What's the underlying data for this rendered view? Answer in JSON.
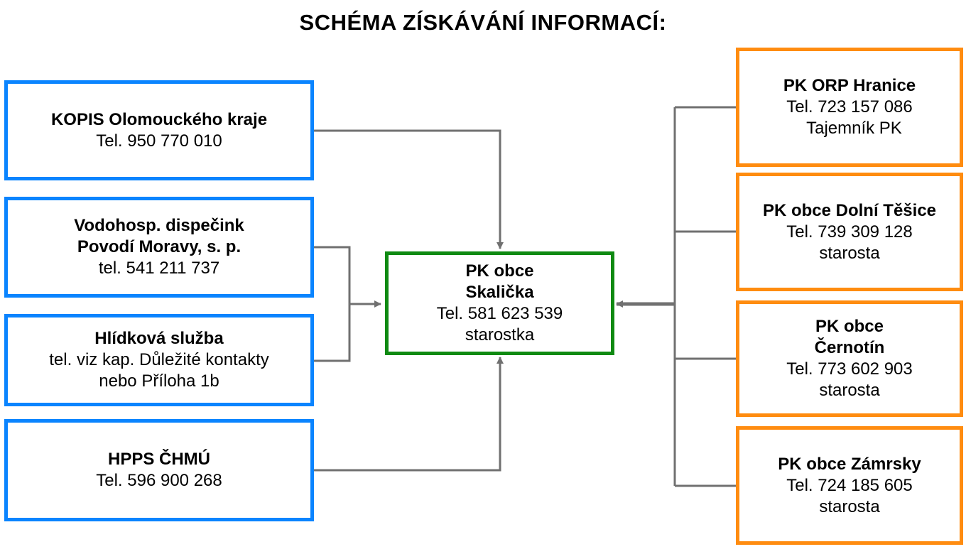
{
  "title": "SCHÉMA ZÍSKÁVÁNÍ INFORMACÍ:",
  "colors": {
    "source_border": "#0a84ff",
    "center_border": "#0f8a12",
    "neighbor_border": "#ff8c10",
    "connector": "#707070"
  },
  "sources": [
    {
      "name": "KOPIS Olomouckého kraje",
      "lines": [
        "Tel. 950 770 010"
      ]
    },
    {
      "name": "Vodohosp. dispečink\nPovodí Moravy, s. p.",
      "lines": [
        "tel. 541 211 737"
      ]
    },
    {
      "name": "Hlídková služba",
      "lines": [
        "tel. viz kap. Důležité kontakty",
        "nebo Příloha 1b"
      ]
    },
    {
      "name": "HPPS ČHMÚ",
      "lines": [
        "Tel. 596 900 268"
      ]
    }
  ],
  "center": {
    "name": "PK obce\nSkalička",
    "lines": [
      "Tel. 581 623 539",
      "starostka"
    ]
  },
  "neighbors": [
    {
      "name": "PK ORP Hranice",
      "lines": [
        "Tel. 723 157 086",
        "  Tajemník PK"
      ]
    },
    {
      "name": "PK obce Dolní Těšice",
      "lines": [
        "Tel. 739 309 128",
        "starosta"
      ]
    },
    {
      "name": "PK obce\nČernotín",
      "lines": [
        "Tel. 773 602 903",
        "starosta"
      ]
    },
    {
      "name": "PK obce Zámrsky",
      "lines": [
        "Tel. 724 185 605",
        "starosta"
      ]
    }
  ]
}
